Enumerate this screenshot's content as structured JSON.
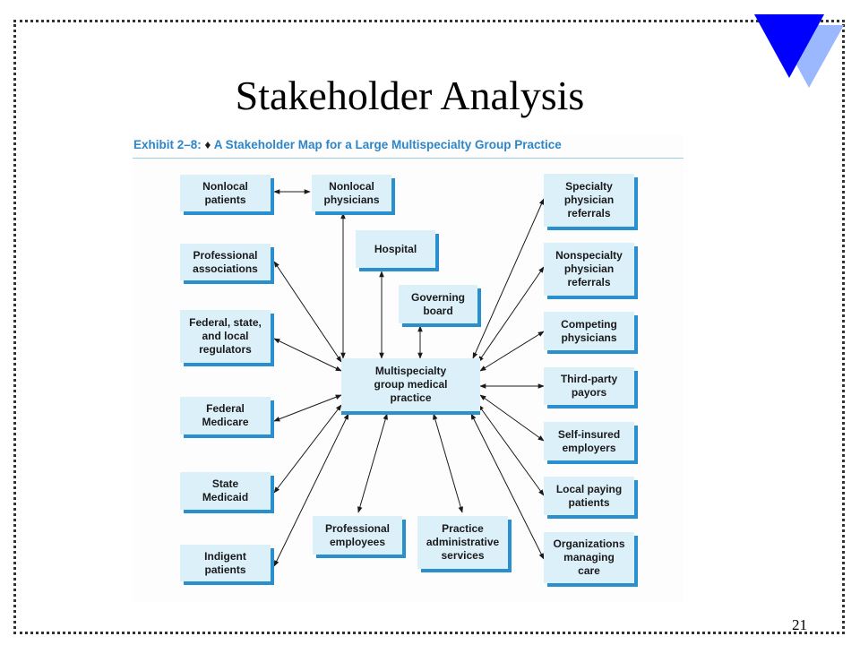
{
  "slide": {
    "title": "Stakeholder Analysis",
    "page_number": "21"
  },
  "exhibit": {
    "label": "Exhibit 2–8:",
    "diamond": "♦",
    "caption": "A Stakeholder Map for a Large Multispecialty Group Practice"
  },
  "nodes": {
    "nonlocal_patients": "Nonlocal\npatients",
    "nonlocal_physicians": "Nonlocal\nphysicians",
    "hospital": "Hospital",
    "governing_board": "Governing\nboard",
    "professional_associations": "Professional\nassociations",
    "federal_state_local_regulators": "Federal, state,\nand local\nregulators",
    "federal_medicare": "Federal\nMedicare",
    "state_medicaid": "State\nMedicaid",
    "indigent_patients": "Indigent\npatients",
    "professional_employees": "Professional\nemployees",
    "practice_admin_services": "Practice\nadministrative\nservices",
    "center": "Multispecialty\ngroup medical\npractice",
    "specialty_referrals": "Specialty\nphysician\nreferrals",
    "nonspecialty_referrals": "Nonspecialty\nphysician\nreferrals",
    "competing_physicians": "Competing\nphysicians",
    "third_party_payors": "Third-party\npayors",
    "self_insured_employers": "Self-insured\nemployers",
    "local_paying_patients": "Local paying\npatients",
    "organizations_managing_care": "Organizations\nmanaging\ncare"
  },
  "colors": {
    "box_fill": "#dcf0fa",
    "box_shadow": "#2a8fcf",
    "caption": "#2e86c8",
    "corner_dark": "#0000ff",
    "corner_light": "#9bb8ff"
  }
}
